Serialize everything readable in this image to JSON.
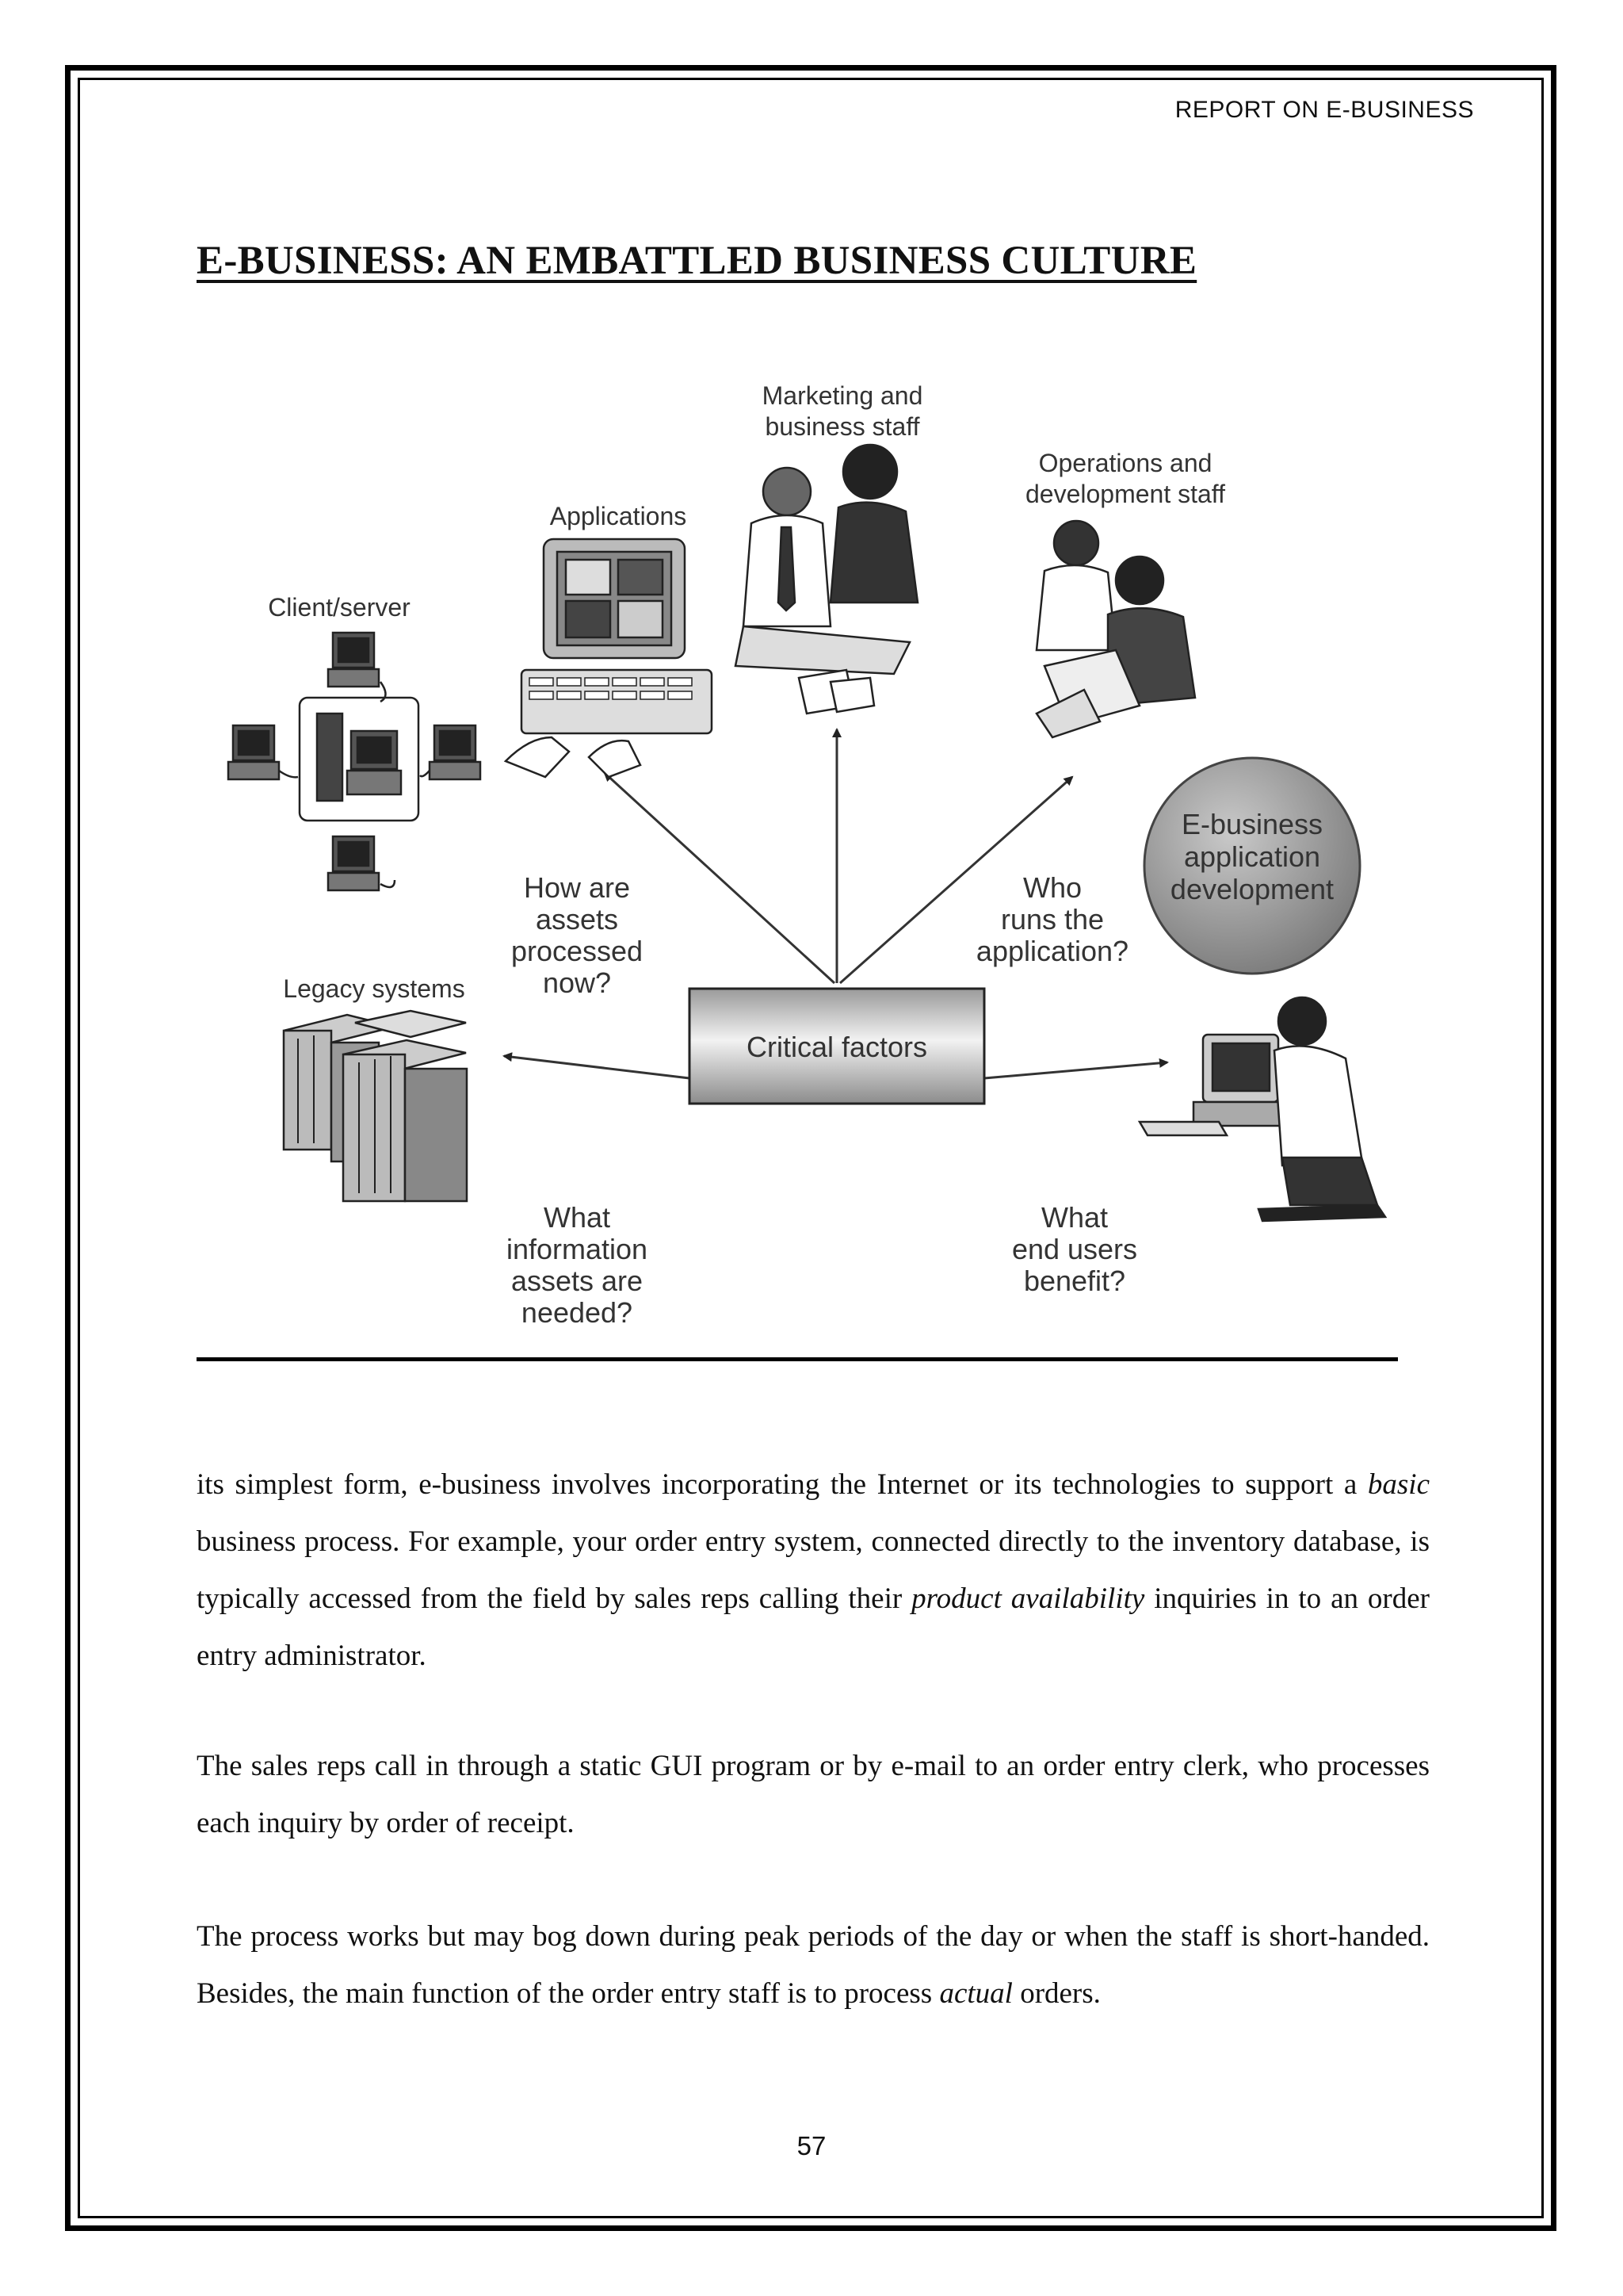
{
  "header": {
    "running_title": "REPORT ON E-BUSINESS"
  },
  "title": "E-BUSINESS: AN EMBATTLED BUSINESS CULTURE",
  "figure": {
    "labels": {
      "marketing_l1": "Marketing and",
      "marketing_l2": "business staff",
      "operations_l1": "Operations and",
      "operations_l2": "development staff",
      "applications": "Applications",
      "client_server": "Client/server",
      "legacy": "Legacy systems",
      "critical_factors": "Critical factors",
      "circle_l1": "E-business",
      "circle_l2": "application",
      "circle_l3": "development"
    },
    "questions": {
      "assets_processed": [
        "How are",
        "assets",
        "processed",
        "now?"
      ],
      "who_runs": [
        "Who",
        "runs the",
        "application?"
      ],
      "what_info": [
        "What",
        "information",
        "assets are",
        "needed?"
      ],
      "end_users": [
        "What",
        "end users",
        "benefit?"
      ]
    }
  },
  "body": {
    "p1_a": "its simplest form, e-business involves incorporating the Internet or its technologies to support a ",
    "p1_basic": "basic",
    "p1_b": " business process. For example, your order entry system, connected directly to the inventory database, is typically accessed from the field by sales reps calling their ",
    "p1_product": "product availability",
    "p1_c": " inquiries in to an order entry administrator.",
    "p2": "The sales reps call in through a static GUI program or by e-mail to an order entry clerk, who processes each inquiry by order of receipt.",
    "p3_a": "The process works but may bog down during peak periods of the day or when the staff is short-handed. Besides, the main function of the order entry staff is to process ",
    "p3_actual": "actual",
    "p3_b": " orders."
  },
  "footer": {
    "page_number": "57"
  }
}
